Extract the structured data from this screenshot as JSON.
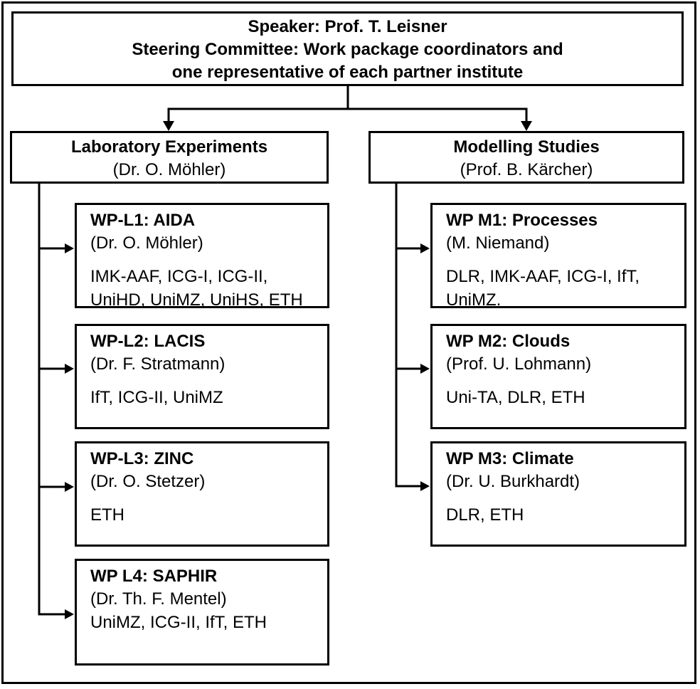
{
  "colors": {
    "line": "#000000",
    "background": "#ffffff",
    "text": "#000000"
  },
  "header": {
    "line1": "Speaker: Prof. T. Leisner",
    "line2": "Steering Committee: Work package coordinators and",
    "line3": "one representative of each partner institute"
  },
  "branches": [
    {
      "title": "Laboratory Experiments",
      "lead": "(Dr. O. Möhler)"
    },
    {
      "title": "Modelling Studies",
      "lead": "(Prof. B. Kärcher)"
    }
  ],
  "work_packages": {
    "laboratory": [
      {
        "title": "WP-L1: AIDA",
        "lead": "(Dr. O. Möhler)",
        "members": [
          "IMK-AAF, ICG-I, ICG-II,",
          "UniHD, UniMZ, UniHS, ETH"
        ]
      },
      {
        "title": "WP-L2: LACIS",
        "lead": "(Dr. F. Stratmann)",
        "members": [
          "IfT, ICG-II, UniMZ"
        ]
      },
      {
        "title": "WP-L3: ZINC",
        "lead": "(Dr. O. Stetzer)",
        "members": [
          "ETH"
        ]
      },
      {
        "title": "WP L4: SAPHIR",
        "lead": "(Dr. Th. F. Mentel)",
        "members": [
          "UniMZ, ICG-II, IfT, ETH"
        ]
      }
    ],
    "modelling": [
      {
        "title": "WP M1: Processes",
        "lead": "(M. Niemand)",
        "members": [
          "DLR, IMK-AAF, ICG-I, IfT,",
          "UniMZ."
        ]
      },
      {
        "title": "WP M2: Clouds",
        "lead": "(Prof. U. Lohmann)",
        "members": [
          "Uni-TA, DLR, ETH"
        ]
      },
      {
        "title": "WP M3: Climate",
        "lead": "(Dr. U. Burkhardt)",
        "members": [
          "DLR, ETH"
        ]
      }
    ]
  }
}
